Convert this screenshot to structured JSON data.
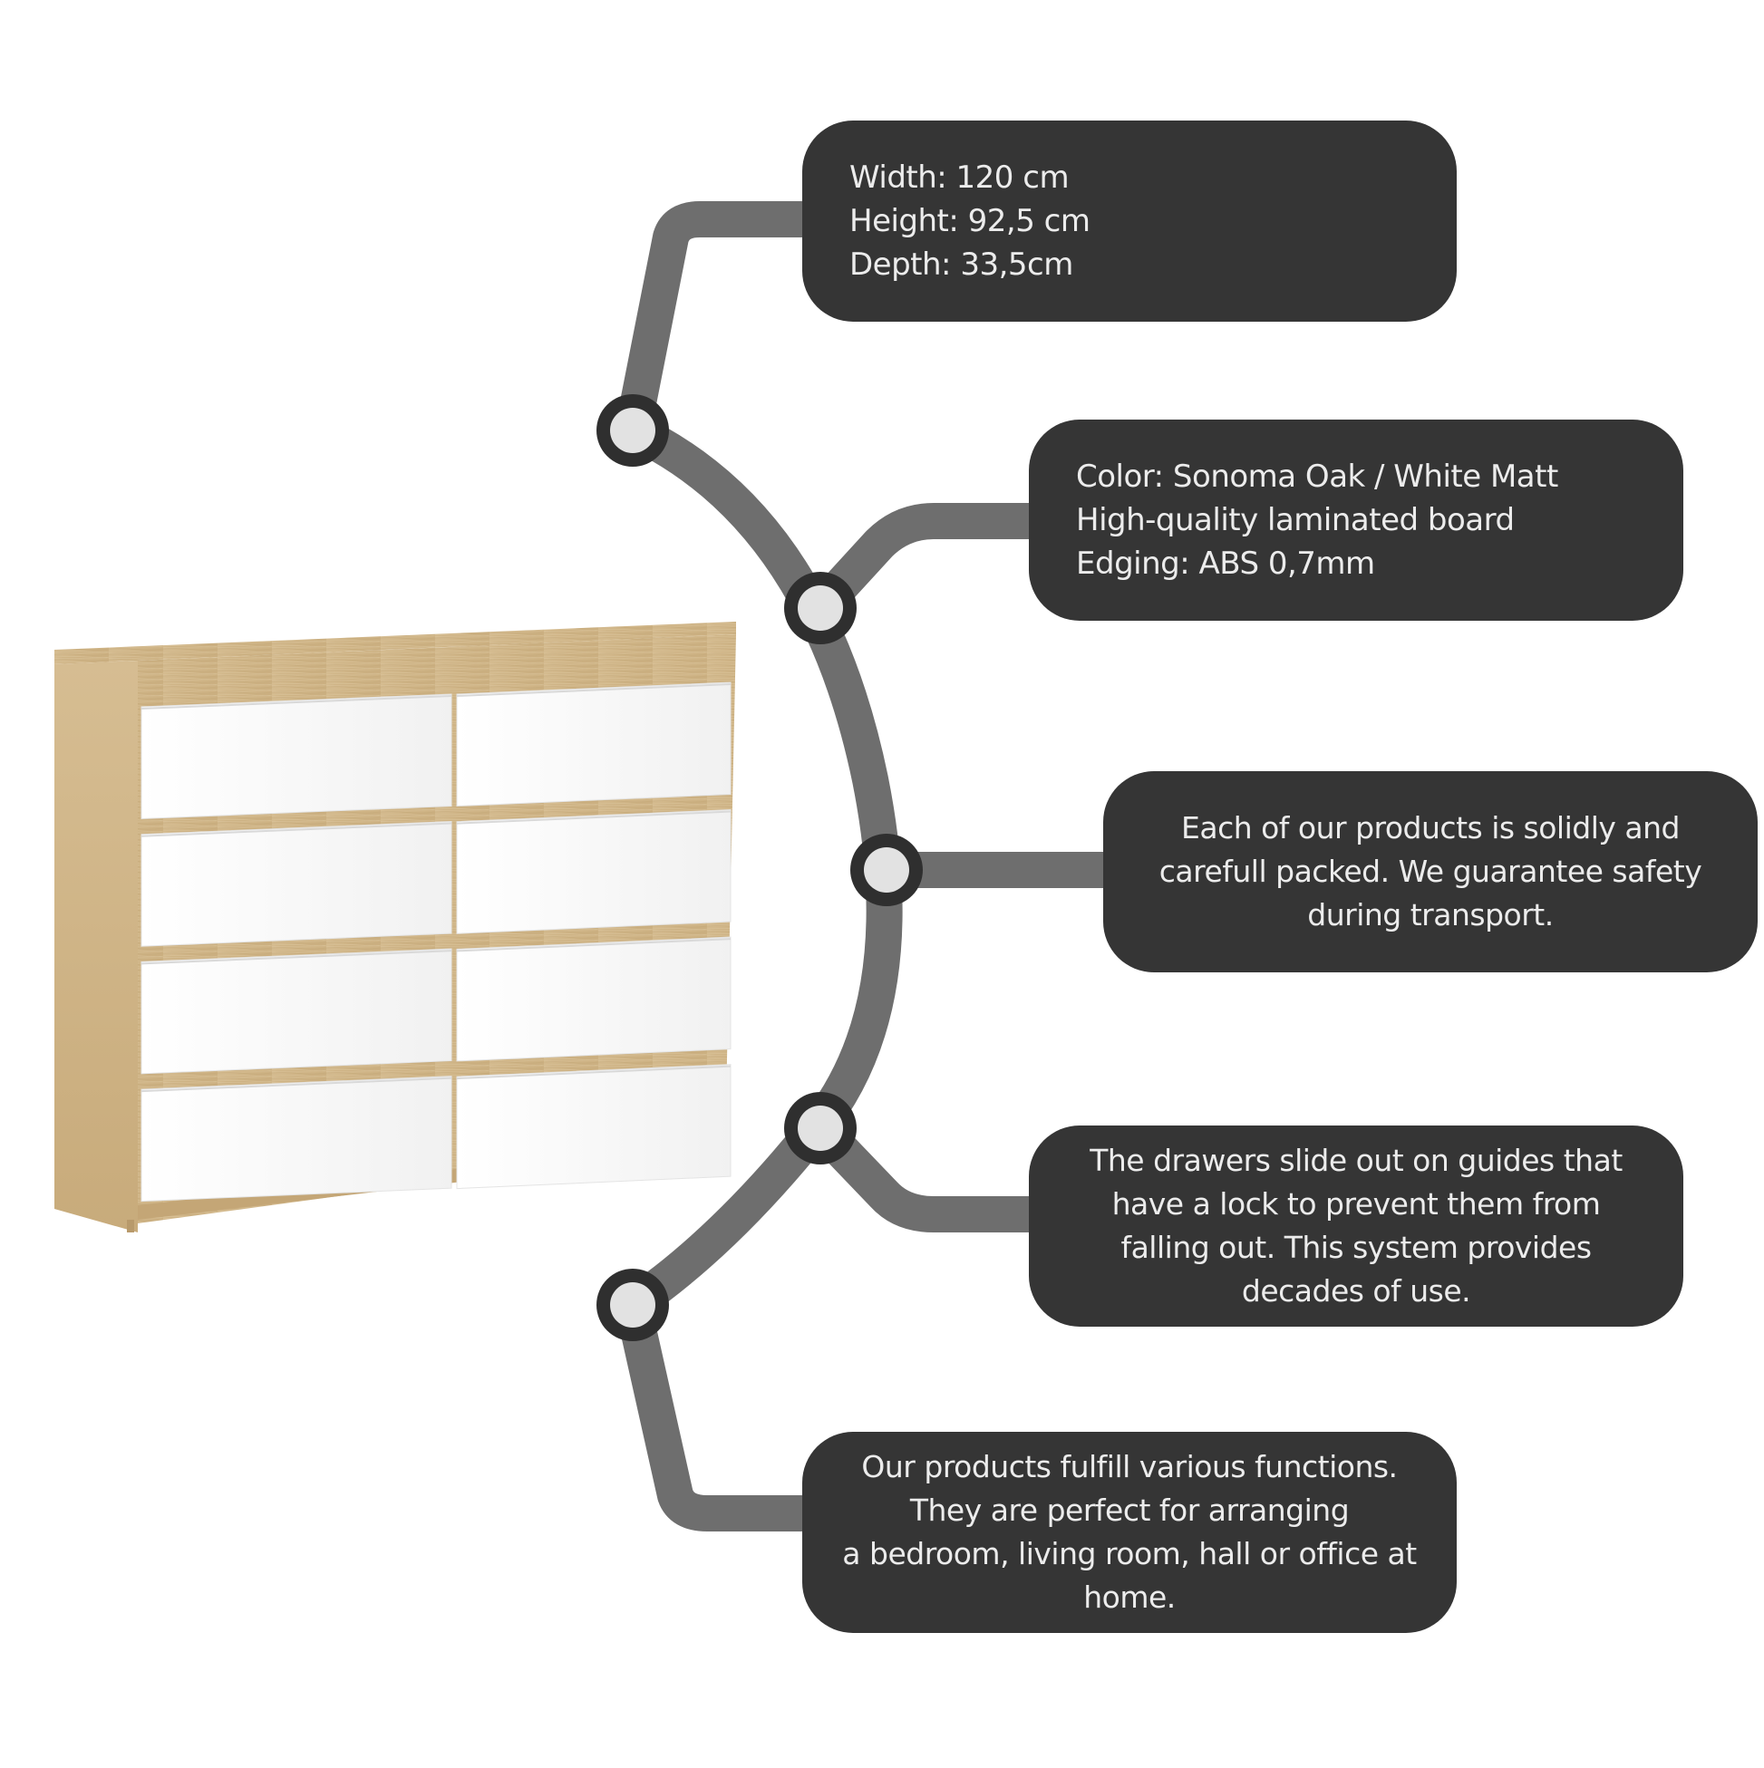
{
  "colors": {
    "background": "#ffffff",
    "callout_fill": "#353535",
    "callout_text": "#ececec",
    "connector": "#6e6e6e",
    "node_ring": "#2f2f2f",
    "node_fill": "#e2e2e2",
    "oak": "#d2b88c",
    "drawer_front": "#f6f6f6"
  },
  "product_image": {
    "icon": "chest-of-drawers-icon",
    "drawer_count": 8
  },
  "callouts": {
    "dimensions": {
      "lines": [
        "Width: 120 cm",
        "Height: 92,5 cm",
        "Depth: 33,5cm"
      ]
    },
    "materials": {
      "lines": [
        "Color: Sonoma Oak / White Matt",
        "High-quality laminated board",
        "Edging: ABS 0,7mm"
      ]
    },
    "packing": {
      "lines": [
        "Each of our products is solidly and",
        "carefull packed. We guarantee safety",
        "during transport."
      ]
    },
    "drawers": {
      "lines": [
        "The drawers slide out on guides that",
        "have a lock to prevent them from",
        "falling out. This system provides",
        "decades of use."
      ]
    },
    "functions": {
      "lines": [
        "Our products fulfill various functions.",
        "They are perfect for arranging",
        "a bedroom, living room, hall or office at",
        "home."
      ]
    }
  }
}
